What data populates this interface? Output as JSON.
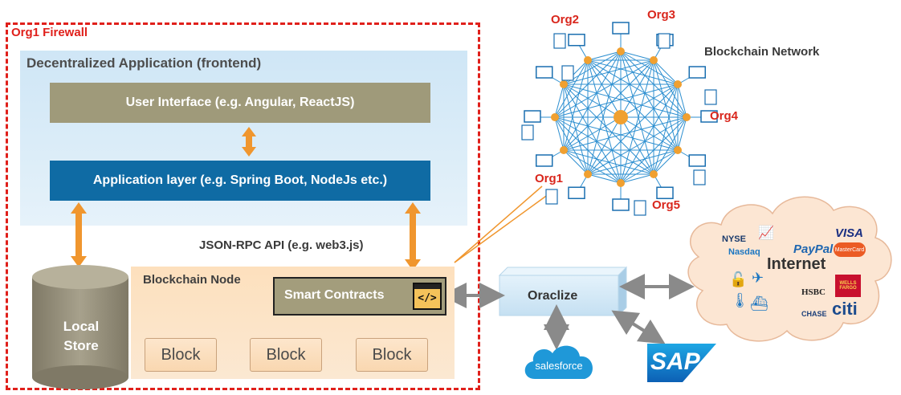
{
  "firewall": {
    "label": "Org1 Firewall"
  },
  "frontend": {
    "title": "Decentralized Application (frontend)",
    "ui_label": "User Interface (e.g. Angular, ReactJS)",
    "app_label": "Application layer (e.g. Spring Boot, NodeJs etc.)"
  },
  "api": {
    "label": "JSON-RPC API (e.g. web3.js)"
  },
  "store": {
    "line1": "Local",
    "line2": "Store"
  },
  "node": {
    "title": "Blockchain Node",
    "smart_contracts": "Smart Contracts",
    "code_icon": "</>",
    "blocks": [
      "Block",
      "Block",
      "Block"
    ]
  },
  "oracle": {
    "label": "Oraclize"
  },
  "network": {
    "title": "Blockchain Network",
    "orgs": [
      "Org1",
      "Org2",
      "Org3",
      "Org4",
      "Org5"
    ]
  },
  "internet": {
    "title": "Internet",
    "logos": [
      "NYSE",
      "Nasdaq",
      "PayPal",
      "VISA",
      "MasterCard",
      "HSBC",
      "WELLS FARGO",
      "CHASE",
      "citi"
    ]
  },
  "integrations": {
    "salesforce": "salesforce",
    "sap": "SAP"
  },
  "colors": {
    "firewall": "#e0201b",
    "ui_box": "#9f9a7a",
    "app_box": "#0f6ba4",
    "arrow_orange": "#f0962e",
    "node_bg": "#fde0bd",
    "store": "#958f7b",
    "network_line": "#2d8fd0",
    "bitcoin": "#f0a030",
    "salesforce": "#1f98d8",
    "sap": "#1671c2"
  }
}
